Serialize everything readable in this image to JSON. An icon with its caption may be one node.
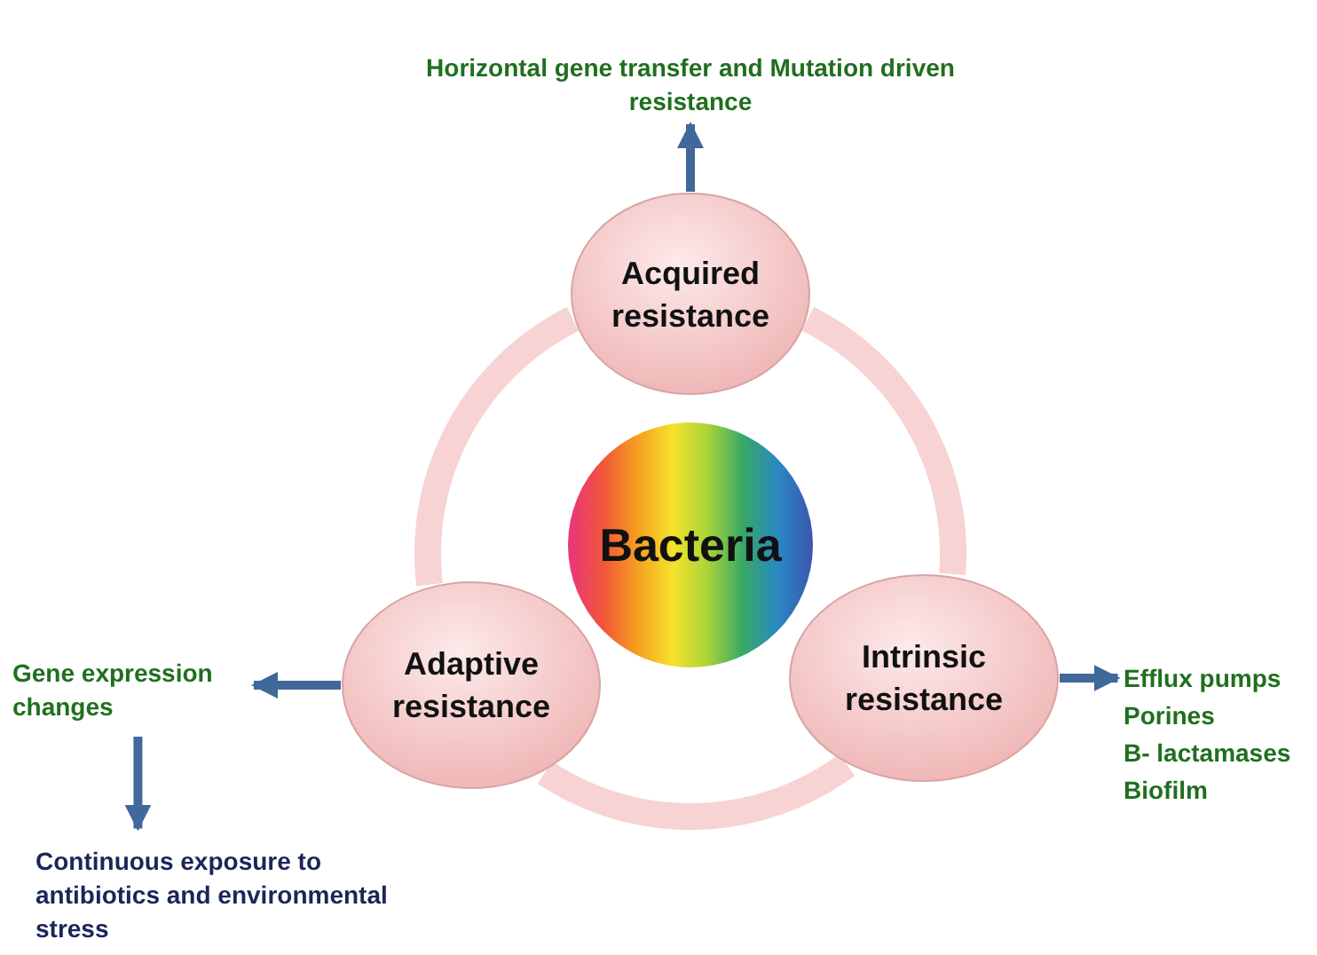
{
  "diagram": {
    "nodes": [
      {
        "text": [
          "Horizontal gene transfer and Mutation driven resistance"
        ]
      },
      {
        "text": [
          "Acquired resistance"
        ]
      },
      {
        "text": [
          "Bacteria"
        ]
      },
      {
        "text": [
          "Adaptive resistance"
        ]
      },
      {
        "text": [
          "Intrinsic resistance"
        ]
      },
      {
        "text": [
          "Gene expression changes"
        ]
      },
      {
        "text": [
          "Efflux pumps",
          "Porines",
          "B- lactamases",
          "Biofilm"
        ]
      },
      {
        "text": [
          "Continuous exposure to antibiotics and environmental stress"
        ]
      }
    ],
    "edges": [
      {
        "from": 1,
        "to": 0,
        "arrow": "to"
      },
      {
        "from": 3,
        "to": 5,
        "arrow": "to"
      },
      {
        "from": 5,
        "to": 7,
        "arrow": "to"
      },
      {
        "from": 4,
        "to": 6,
        "arrow": "to"
      },
      {
        "from": 1,
        "to": 4,
        "arrow": "none",
        "style": "thick",
        "color": "#f7d3d3"
      },
      {
        "from": 4,
        "to": 3,
        "arrow": "none",
        "style": "thick",
        "color": "#f7d3d3"
      },
      {
        "from": 3,
        "to": 1,
        "arrow": "none",
        "style": "thick",
        "color": "#f7d3d3"
      }
    ]
  }
}
